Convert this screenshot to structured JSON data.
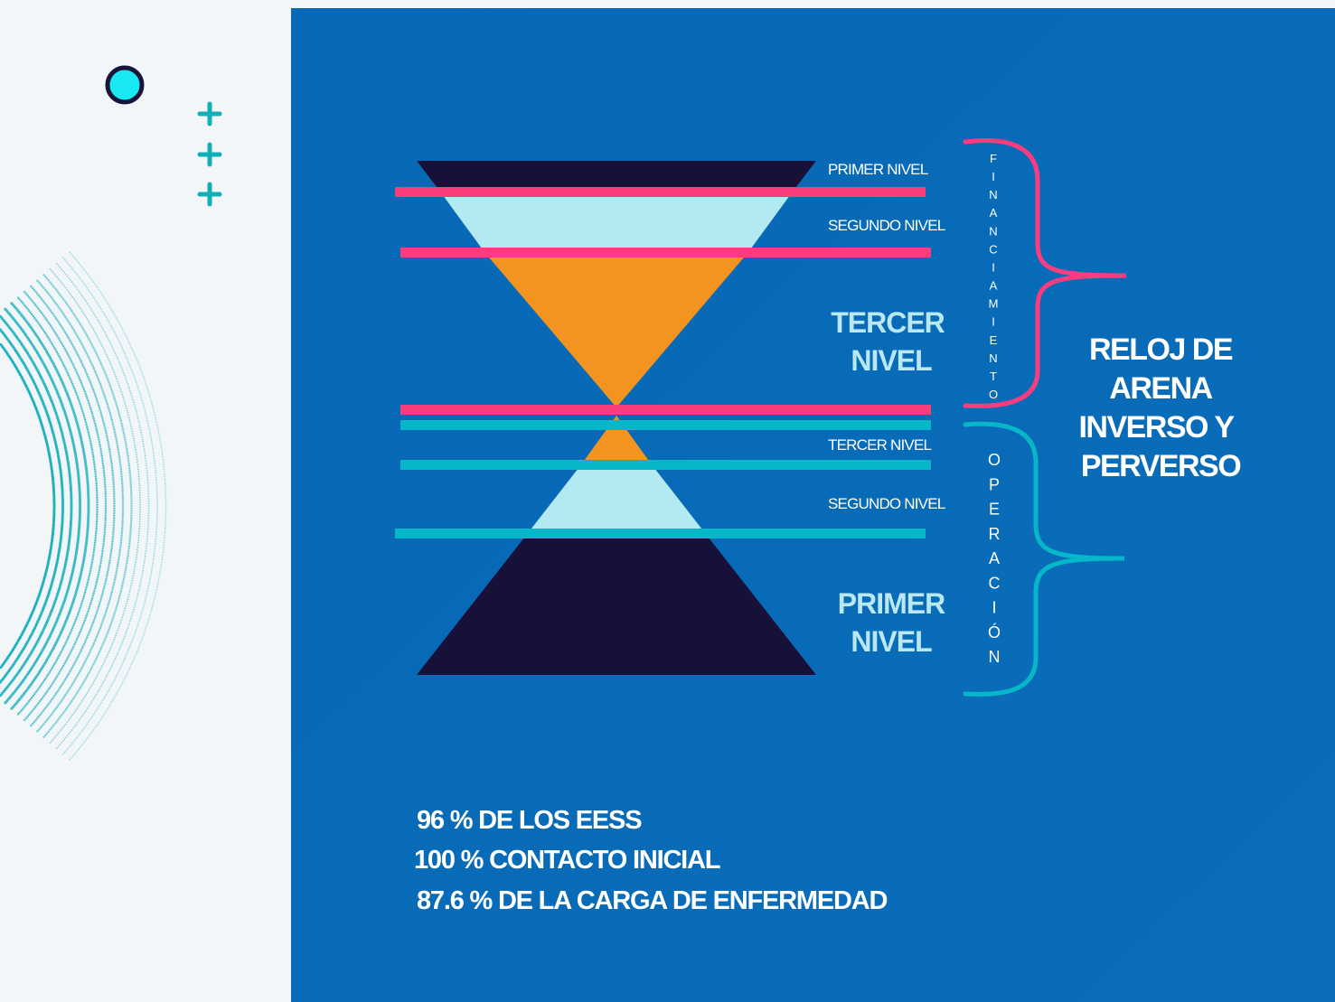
{
  "title_lines": [
    "RELOJ DE",
    "ARENA",
    "INVERSO Y",
    "PERVERSO"
  ],
  "funding_section": {
    "levels": [
      "PRIMER NIVEL",
      "SEGUNDO NIVEL"
    ],
    "big_label": [
      "TERCER",
      "NIVEL"
    ],
    "bracket_word": "FINANCIAMIENTO"
  },
  "operation_section": {
    "levels": [
      "TERCER NIVEL",
      "SEGUNDO NIVEL"
    ],
    "big_label": [
      "PRIMER",
      "NIVEL"
    ],
    "bracket_word": "OPERACIÓN"
  },
  "stats": [
    "96 % DE LOS EESS",
    "100 % CONTACTO INICIAL",
    "87.6 % DE LA CARGA DE ENFERMEDAD"
  ],
  "colors": {
    "panel": "#0a6cb8",
    "navy": "#171038",
    "light_cyan": "#b3e9f1",
    "orange": "#f39320",
    "pink": "#fb3d80",
    "cyan": "#06b6c9",
    "teal_plus": "#12aeb8",
    "dot_circle": "#18e8f2"
  },
  "icons": [
    "circle-dot-icon",
    "plus-icon",
    "plus-icon",
    "plus-icon"
  ]
}
